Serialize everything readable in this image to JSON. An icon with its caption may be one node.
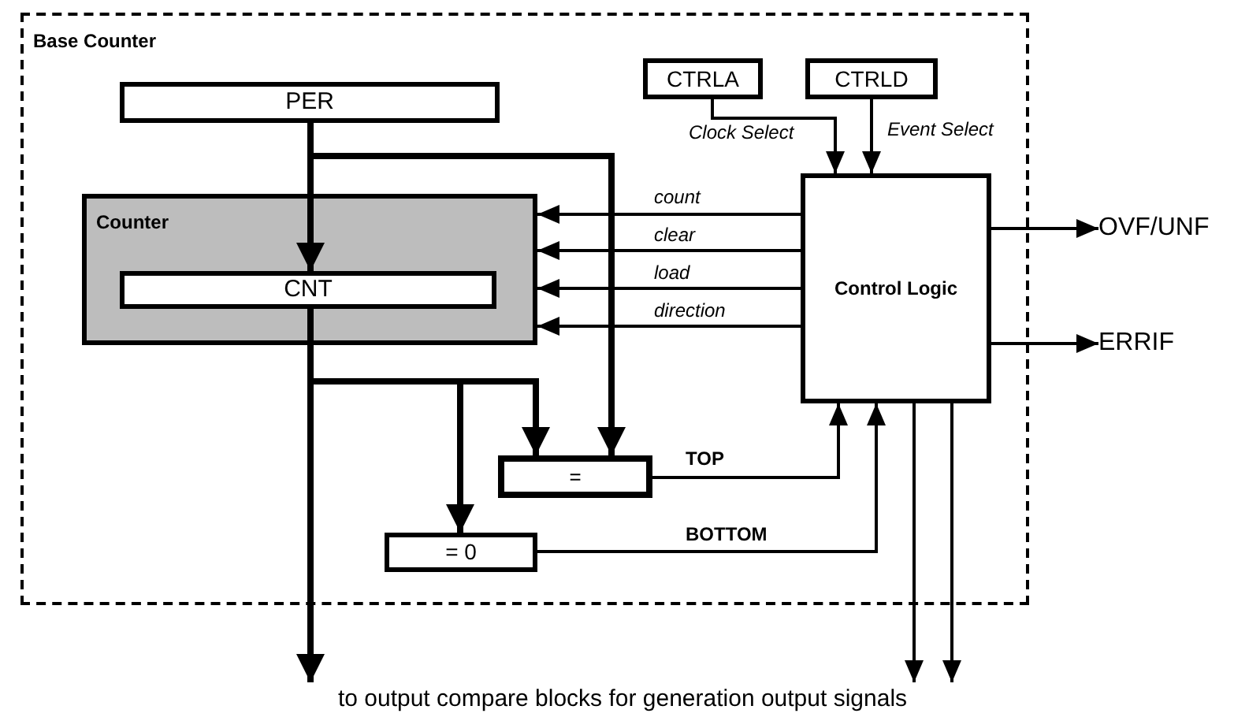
{
  "diagram": {
    "nodes": [
      {
        "text": [
          "Base Counter"
        ]
      },
      {
        "text": [
          "PER"
        ],
        "in": 0
      },
      {
        "text": [
          "Counter"
        ],
        "in": 0
      },
      {
        "text": [
          "CNT"
        ],
        "in": 2
      },
      {
        "text": [
          "CTRLA"
        ],
        "in": 0
      },
      {
        "text": [
          "CTRLD"
        ],
        "in": 0
      },
      {
        "text": [
          "Control Logic"
        ],
        "in": 0
      },
      {
        "text": [
          "="
        ],
        "in": 0
      },
      {
        "text": [
          "= 0"
        ],
        "in": 0
      },
      {
        "text": [
          "OVF/UNF"
        ]
      },
      {
        "text": [
          "ERRIF"
        ]
      },
      {
        "text": [
          "to output compare blocks for generation output signals"
        ]
      }
    ],
    "edges": [
      {
        "from": 1,
        "to": 3,
        "arrow": "to",
        "style": "thick"
      },
      {
        "from": 1,
        "to": 7,
        "arrow": "to",
        "style": "thick"
      },
      {
        "from": 3,
        "to": 7,
        "arrow": "to",
        "style": "thick"
      },
      {
        "from": 3,
        "to": 8,
        "arrow": "to",
        "style": "thick"
      },
      {
        "from": 3,
        "to": 11,
        "arrow": "to",
        "style": "thick"
      },
      {
        "from": 6,
        "to": 2,
        "arrow": "to",
        "label": "count"
      },
      {
        "from": 6,
        "to": 2,
        "arrow": "to",
        "label": "clear"
      },
      {
        "from": 6,
        "to": 2,
        "arrow": "to",
        "label": "load"
      },
      {
        "from": 6,
        "to": 2,
        "arrow": "to",
        "label": "direction"
      },
      {
        "from": 4,
        "to": 6,
        "arrow": "to",
        "label": "Clock Select"
      },
      {
        "from": 5,
        "to": 6,
        "arrow": "to",
        "label": "Event Select"
      },
      {
        "from": 6,
        "to": 9,
        "arrow": "to"
      },
      {
        "from": 6,
        "to": 10,
        "arrow": "to"
      },
      {
        "from": 7,
        "to": 6,
        "arrow": "to",
        "label": "TOP"
      },
      {
        "from": 8,
        "to": 6,
        "arrow": "to",
        "label": "BOTTOM"
      },
      {
        "from": 6,
        "to": 11,
        "arrow": "to"
      },
      {
        "from": 6,
        "to": 11,
        "arrow": "to"
      }
    ]
  }
}
